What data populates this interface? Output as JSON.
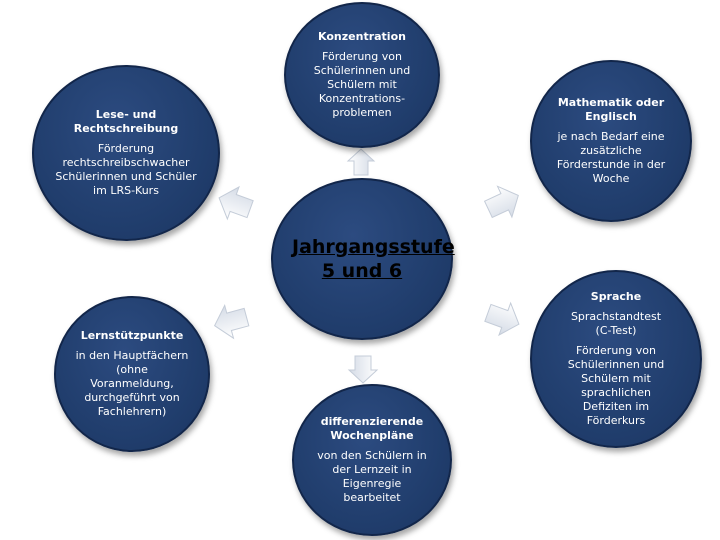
{
  "center": {
    "title": "Jahrgangsstufe 5 und 6"
  },
  "nodes": {
    "konzentration": {
      "title": "Konzentration",
      "body": "Förderung von Schülerinnen und Schülern mit Konzentrations-problemen"
    },
    "lese": {
      "title": "Lese- und Rechtschreibung",
      "body": "Förderung rechtschreibschwacher Schülerinnen und Schüler im LRS-Kurs"
    },
    "mathematik": {
      "title": "Mathematik oder Englisch",
      "body": "je nach Bedarf eine zusätzliche Förderstunde in der Woche"
    },
    "sprache": {
      "title": "Sprache",
      "body_1": "Sprachstandtest (C-Test)",
      "body_2": "Förderung von Schülerinnen und Schülern mit sprachlichen Defiziten im Förderkurs"
    },
    "lernstuetz": {
      "title": "Lernstützpunkte",
      "body": "in den Hauptfächern (ohne Voranmeldung, durchgeführt von Fachlehrern)"
    },
    "wochenplaene": {
      "title": "differenzierende Wochenpläne",
      "body": "von den Schülern in der Lernzeit in Eigenregie bearbeitet"
    }
  },
  "colors": {
    "node_fill": "#203d6c",
    "arrow_fill": "#dde4ee",
    "arrow_stroke": "#c4ccd8"
  }
}
